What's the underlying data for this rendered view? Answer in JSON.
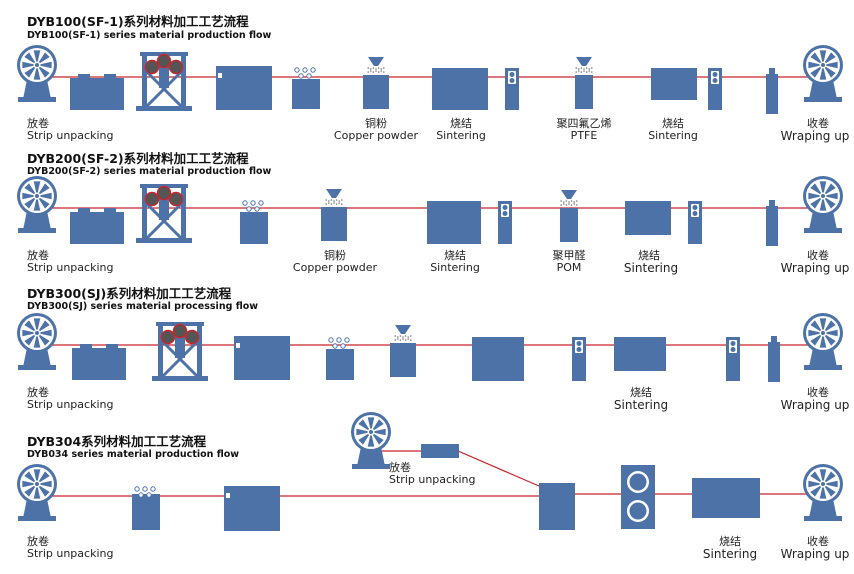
{
  "colors": {
    "machine": "#4d72a8",
    "strip": "#c8252c",
    "text": "#222222"
  },
  "flows": [
    {
      "title": "DYB100(SF-1)系列材料加工工艺流程",
      "subtitle": "DYB100(SF-1) series material production flow",
      "labels": {
        "unwind_cn": "放卷",
        "unwind_en": "Strip unpacking",
        "powder1_cn": "铜粉",
        "powder1_en": "Copper powder",
        "sinter1_cn": "烧结",
        "sinter1_en": "Sintering",
        "powder2_cn": "聚四氟乙烯",
        "powder2_en": "PTFE",
        "sinter2_cn": "烧结",
        "sinter2_en": "Sintering",
        "wind_cn": "收卷",
        "wind_en": "Wraping up"
      }
    },
    {
      "title": "DYB200(SF-2)系列材料加工工艺流程",
      "subtitle": "DYB200(SF-2) series material production flow",
      "labels": {
        "unwind_cn": "放卷",
        "unwind_en": "Strip unpacking",
        "powder1_cn": "铜粉",
        "powder1_en": "Copper powder",
        "sinter1_cn": "烧结",
        "sinter1_en": "Sintering",
        "powder2_cn": "聚甲醛",
        "powder2_en": "POM",
        "sinter2_cn": "烧结",
        "sinter2_en": "Sintering",
        "wind_cn": "收卷",
        "wind_en": "Wraping up"
      }
    },
    {
      "title": "DYB300(SJ)系列材料加工工艺流程",
      "subtitle": "DYB300(SJ) series material processing flow",
      "labels": {
        "unwind_cn": "放卷",
        "unwind_en": "Strip unpacking",
        "sinter_cn": "烧结",
        "sinter_en": "Sintering",
        "wind_cn": "收卷",
        "wind_en": "Wraping up"
      }
    },
    {
      "title": "DYB304系列材料加工工艺流程",
      "subtitle": "DYB034 series material production flow",
      "labels": {
        "unwind_cn": "放卷",
        "unwind_en": "Strip unpacking",
        "unwind2_cn": "放卷",
        "unwind2_en": "Strip unpacking",
        "sinter_cn": "烧结",
        "sinter_en": "Sintering",
        "wind_cn": "收卷",
        "wind_en": "Wraping up"
      }
    }
  ]
}
